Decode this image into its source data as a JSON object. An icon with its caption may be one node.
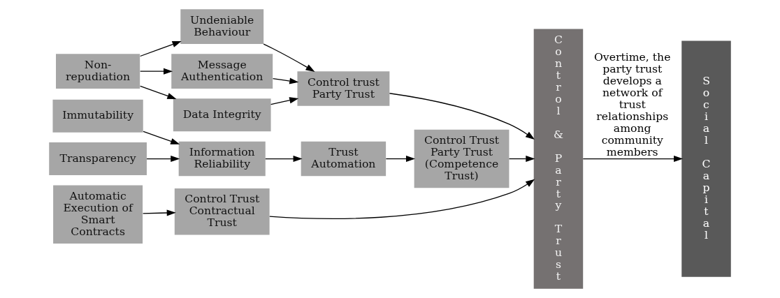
{
  "diagram": {
    "nodes": [
      {
        "text": [
          "Non-repudiation"
        ]
      },
      {
        "text": [
          "Undeniable Behaviour"
        ]
      },
      {
        "text": [
          "Message Authentication"
        ]
      },
      {
        "text": [
          "Data Integrity"
        ]
      },
      {
        "text": [
          "Control trust Party Trust"
        ]
      },
      {
        "text": [
          "Immutability"
        ]
      },
      {
        "text": [
          "Transparency"
        ]
      },
      {
        "text": [
          "Information Reliability"
        ]
      },
      {
        "text": [
          "Trust Automation"
        ]
      },
      {
        "text": [
          "Control Trust Party Trust (Competence Trust)"
        ]
      },
      {
        "text": [
          "Automatic Execution of Smart Contracts"
        ]
      },
      {
        "text": [
          "Control Trust Contractual Trust"
        ]
      },
      {
        "text": [
          "Control & Party Trust"
        ]
      },
      {
        "text": [
          "Social Capital"
        ]
      }
    ],
    "edges": [
      {
        "from": 0,
        "to": 1,
        "arrow": "to"
      },
      {
        "from": 0,
        "to": 2,
        "arrow": "to"
      },
      {
        "from": 0,
        "to": 3,
        "arrow": "to"
      },
      {
        "from": 1,
        "to": 4,
        "arrow": "to"
      },
      {
        "from": 2,
        "to": 4,
        "arrow": "to"
      },
      {
        "from": 3,
        "to": 4,
        "arrow": "to"
      },
      {
        "from": 4,
        "to": 12,
        "arrow": "to"
      },
      {
        "from": 5,
        "to": 7,
        "arrow": "to"
      },
      {
        "from": 6,
        "to": 7,
        "arrow": "to"
      },
      {
        "from": 7,
        "to": 8,
        "arrow": "to"
      },
      {
        "from": 8,
        "to": 9,
        "arrow": "to"
      },
      {
        "from": 9,
        "to": 12,
        "arrow": "to"
      },
      {
        "from": 10,
        "to": 11,
        "arrow": "to"
      },
      {
        "from": 11,
        "to": 12,
        "arrow": "to"
      },
      {
        "from": 12,
        "to": 13,
        "arrow": "to",
        "label": "Overtime, the party trust develops a network of trust relationships among community members"
      }
    ]
  }
}
